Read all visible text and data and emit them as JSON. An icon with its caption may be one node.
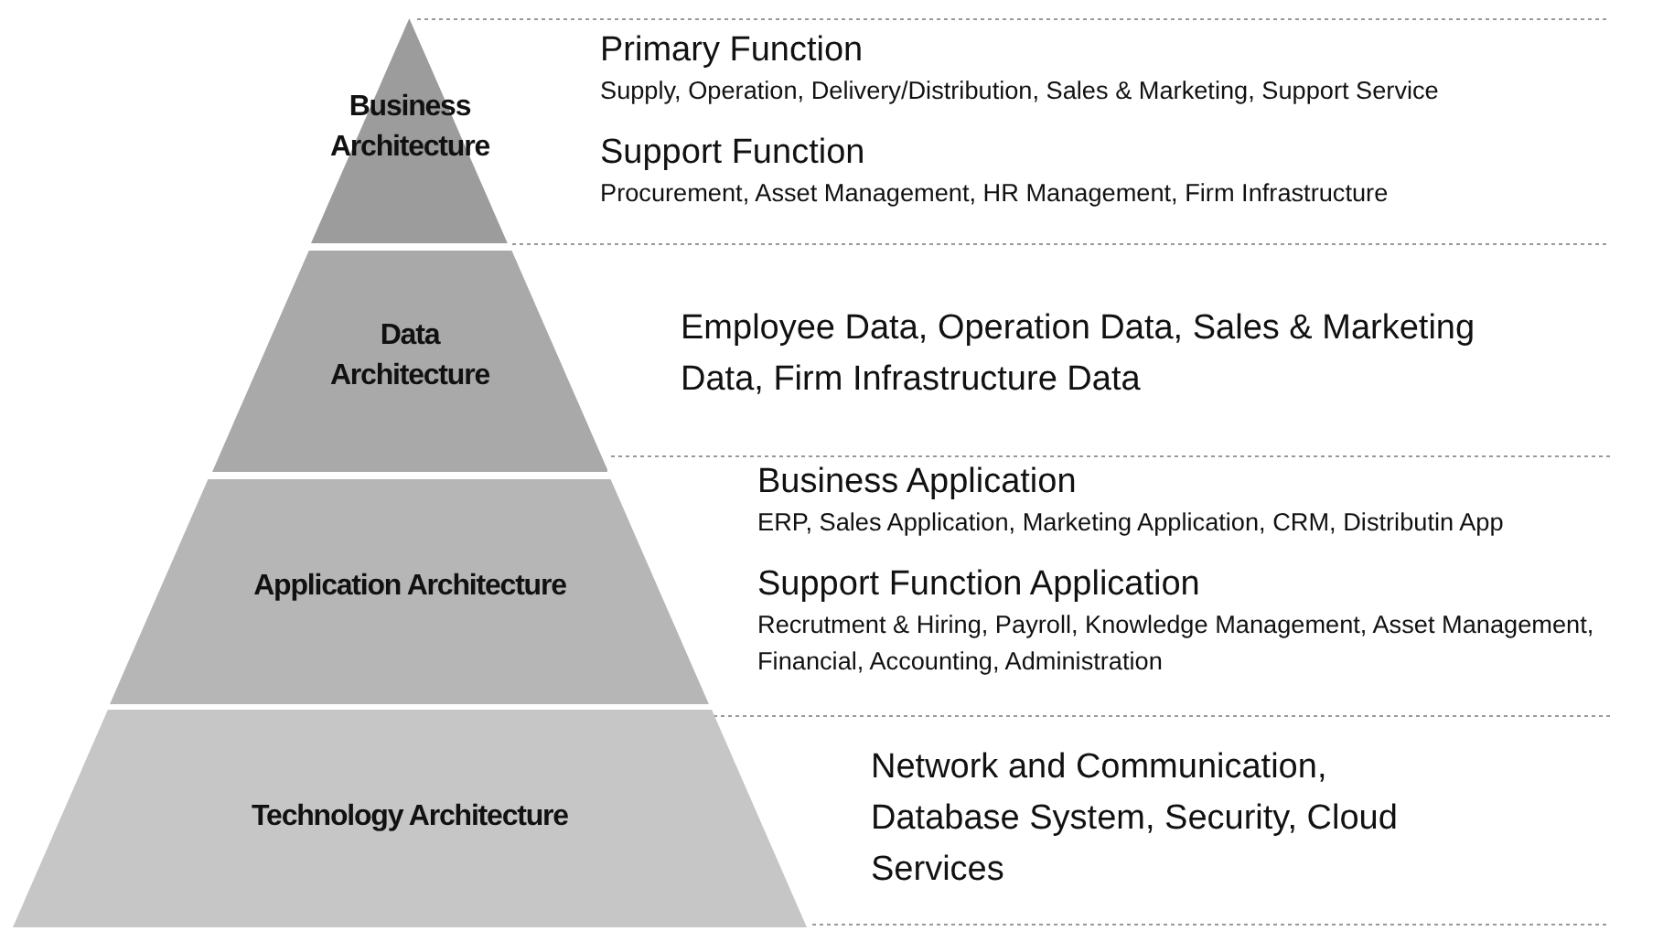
{
  "diagram": {
    "nodes": [
      {
        "text": [
          "Business Architecture"
        ],
        "beside": [
          "Primary Function",
          "Supply, Operation, Delivery/Distribution, Sales & Marketing, Support Service",
          "Support Function",
          "Procurement, Asset Management, HR Management, Firm Infrastructure"
        ]
      },
      {
        "text": [
          "Data Architecture"
        ],
        "beside": [
          "Employee Data, Operation Data, Sales & Marketing Data, Firm Infrastructure Data"
        ]
      },
      {
        "text": [
          "Application Architecture"
        ],
        "beside": [
          "Business Application",
          "ERP, Sales Application, Marketing Application, CRM, Distributin App",
          "Support Function Application",
          "Recrutment & Hiring, Payroll, Knowledge Management, Asset Management, Financial, Accounting, Administration"
        ]
      },
      {
        "text": [
          "Technology Architecture"
        ],
        "beside": [
          "Network and Communication, Database System, Security, Cloud Services"
        ]
      }
    ]
  }
}
